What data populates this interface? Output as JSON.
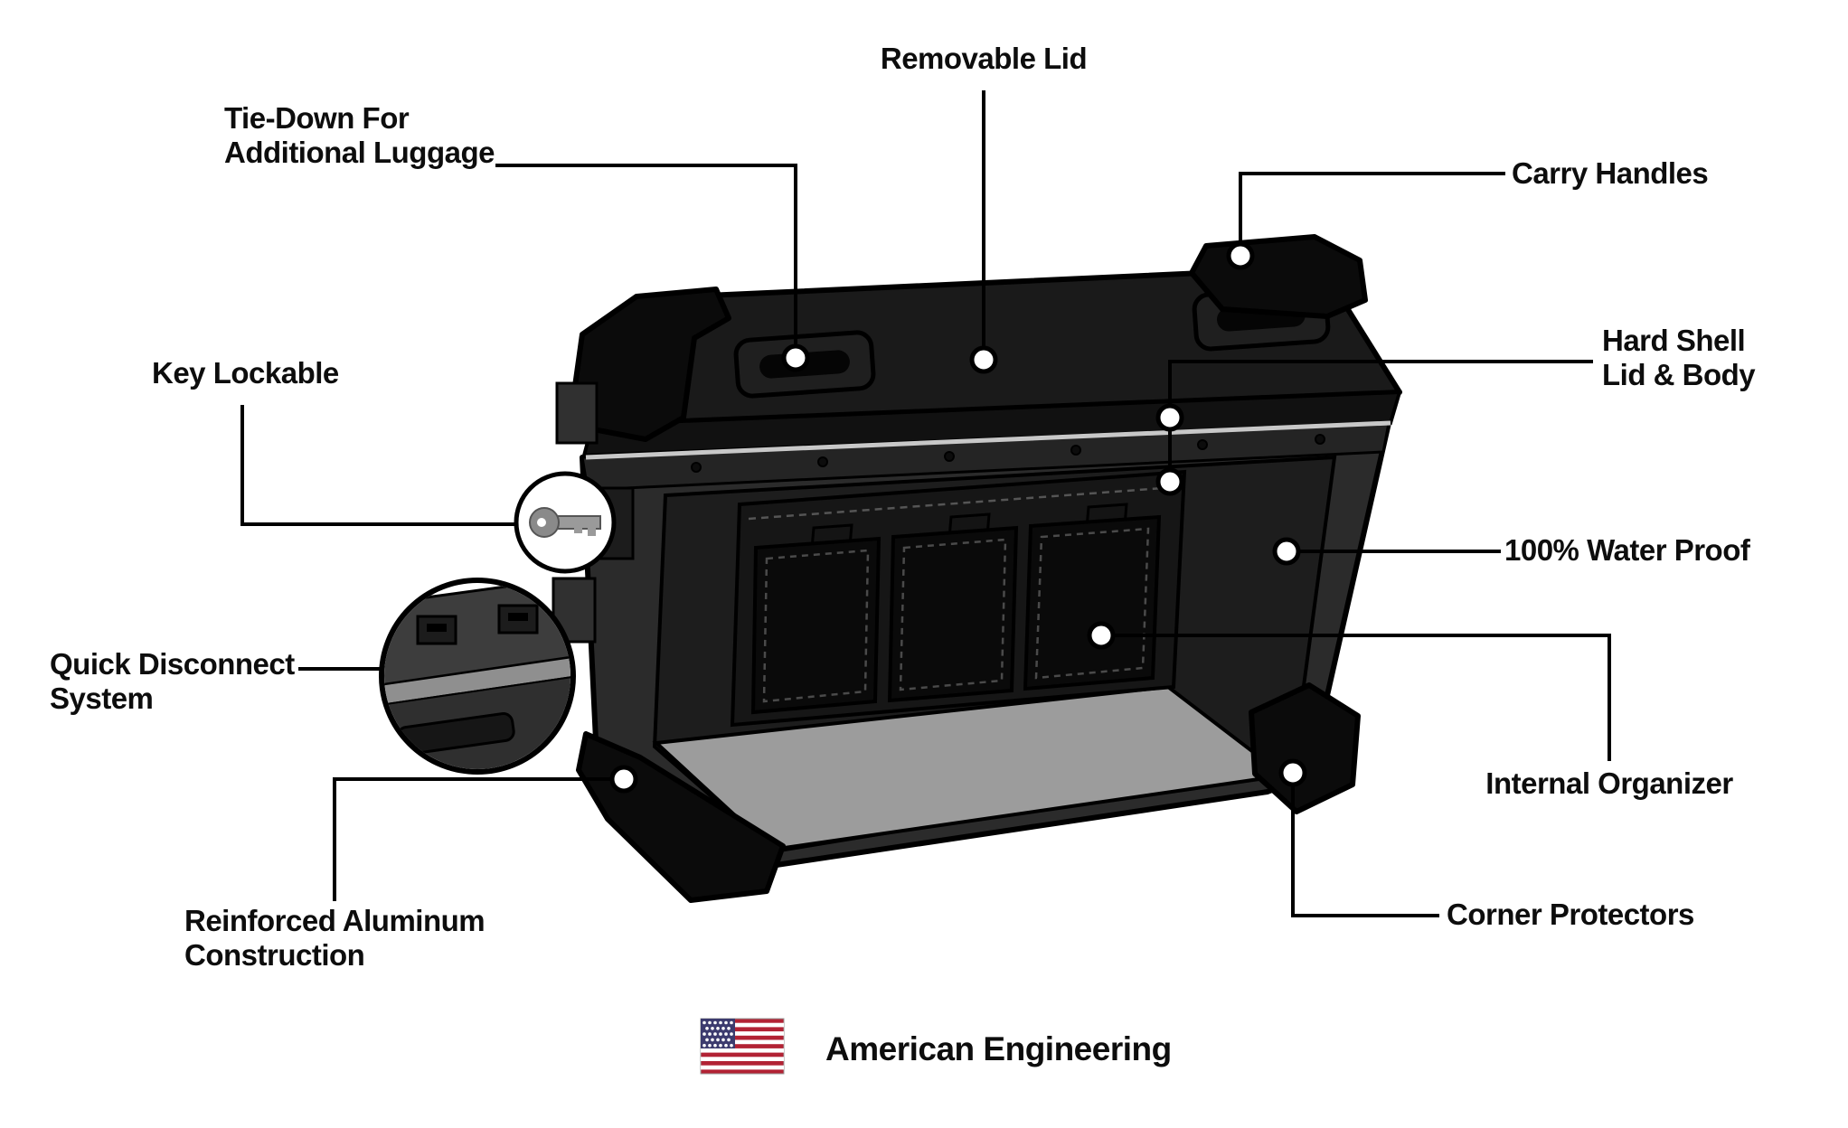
{
  "diagram": {
    "labels": {
      "removable_lid": "Removable Lid",
      "tie_down": "Tie-Down For\nAdditional Luggage",
      "carry_handles": "Carry Handles",
      "key_lockable": "Key Lockable",
      "hard_shell": "Hard Shell\nLid & Body",
      "water_proof": "100% Water Proof",
      "quick_disconnect": "Quick Disconnect\nSystem",
      "internal_organizer": "Internal Organizer",
      "corner_protectors": "Corner Protectors",
      "reinforced_aluminum": "Reinforced Aluminum\nConstruction",
      "american_engineering": "American Engineering"
    },
    "icons": {
      "flag": "us-flag-icon",
      "key": "key-icon",
      "detail_zoom": "quick-disconnect-detail-icon"
    },
    "colors": {
      "background": "#ffffff",
      "label_text": "#0d0d0d",
      "callout_line": "#000000",
      "case_shell": "#2b2b2b",
      "case_lid": "#1a1a1a",
      "corner_protector": "#0b0b0b",
      "interior_floor": "#9c9c9c",
      "rim_highlight": "#c8c8c8",
      "flag_red": "#b22234",
      "flag_blue": "#3c3b6e"
    }
  }
}
